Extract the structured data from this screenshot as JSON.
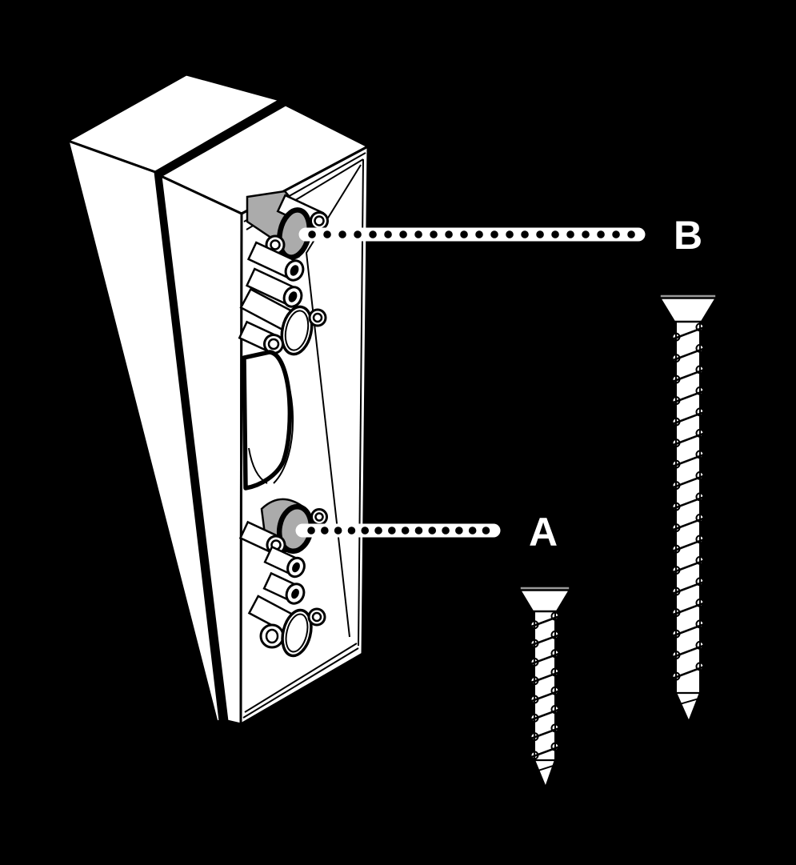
{
  "diagram": {
    "type": "installation-diagram",
    "background_color": "#000000",
    "ink_color": "#000000",
    "paper_color": "#ffffff",
    "shade_color": "#ababab",
    "screw_head_top_color": "#999999",
    "callouts": {
      "b": {
        "label": "B",
        "points_to": "upper-screw-hole"
      },
      "a": {
        "label": "A",
        "points_to": "lower-screw-hole"
      }
    },
    "parts": {
      "mount": "wedge-mount-rear-view",
      "screws": [
        {
          "name": "long-mounting-screw"
        },
        {
          "name": "short-mounting-screw"
        }
      ]
    }
  }
}
